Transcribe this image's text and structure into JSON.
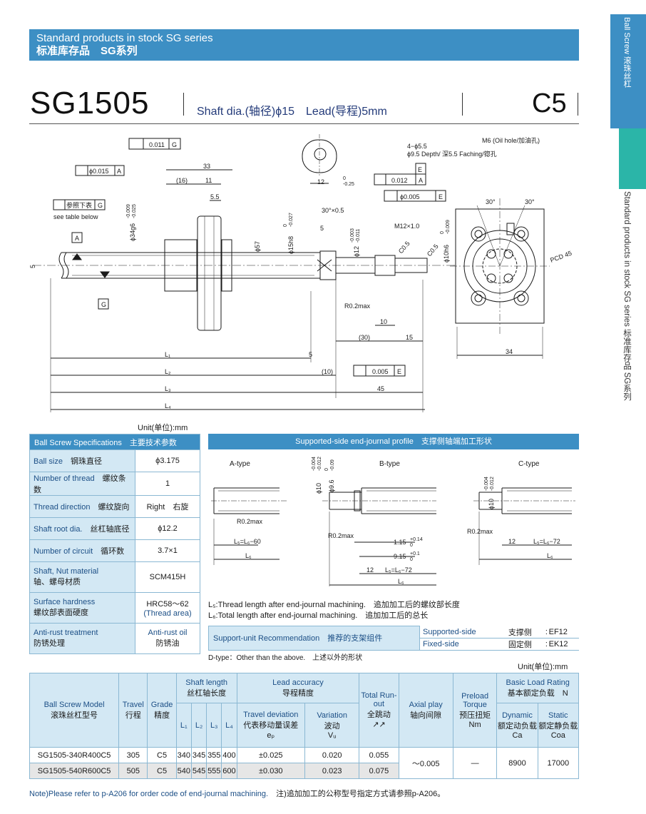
{
  "header": {
    "line1": "Standard products in stock SG series",
    "line2": "标准库存品　SG系列"
  },
  "side_tabs": {
    "tab1": "Ball Screw 滚珠丝杠",
    "tab2": "Standard products in stock  SG series 标准库存品  SG系列"
  },
  "title": {
    "model": "SG1505",
    "shaft": "Shaft dia.(轴径)ϕ15　Lead(导程)5mm",
    "grade": "C5"
  },
  "drawing": {
    "labels": {
      "perp_011": "0.011",
      "g": "G",
      "a": "A",
      "e": "E",
      "conc_015": "ϕ0.015",
      "ref_table": "参照下表",
      "see_table": "see table below",
      "d33": "33",
      "d16": "(16)",
      "d11": "11",
      "d5_5": "5.5",
      "d34g6": "ϕ34g6",
      "d34tol1": "-0.009",
      "d34tol2": "-0.025",
      "d57": "ϕ57",
      "d15h8": "ϕ15h8",
      "d15tol1": "0",
      "d15tol2": "-0.027",
      "d12": "12",
      "d12tol1": "0",
      "d12tol2": "-0.25",
      "d30x05": "30°×0.5",
      "d5": "5",
      "d12b": "ϕ12",
      "d12btol1": "-0.003",
      "d12btol2": "-0.011",
      "m12": "M12×1.0",
      "c05a": "C0.5",
      "c05b": "C0.5",
      "d10h6": "ϕ10h6",
      "d10tol1": "0",
      "d10tol2": "-0.009",
      "tol_012": "0.012",
      "tol_005": "ϕ0.005",
      "r02": "R0.2max",
      "d10": "10",
      "d30": "(30)",
      "d15": "15",
      "holes1": "4−ϕ5.5",
      "holes2": "ϕ9.5 Depth/ 深5.5 Faching/锪孔",
      "m6": "M6 (Oil hole/加油孔)",
      "ang30a": "30°",
      "ang30b": "30°",
      "pcd": "PCD 45",
      "d34": "34",
      "l1": "L₁",
      "l2": "L₂",
      "l3": "L₃",
      "l4": "L₄",
      "d5b": "5",
      "d10b": "(10)",
      "perp_005": "0.005",
      "d45": "45",
      "d5c": "5"
    }
  },
  "units": {
    "u1": "Unit(单位):mm",
    "u2": "Unit(单位):mm"
  },
  "spec_table": {
    "title_en": "Ball Screw Specifications",
    "title_zh": "主要技术参数",
    "rows": [
      {
        "en": "Ball size",
        "zh": "钢珠直径",
        "value": "ϕ3.175"
      },
      {
        "en": "Number of thread",
        "zh": "螺纹条数",
        "value": "1"
      },
      {
        "en": "Thread direction",
        "zh": "螺纹旋向",
        "value": "Right　右旋"
      },
      {
        "en": "Shaft root dia.",
        "zh": "丝杠轴底径",
        "value": "ϕ12.2"
      },
      {
        "en": "Number of circuit",
        "zh": "循环数",
        "value": "3.7×1"
      },
      {
        "en": "Shaft, Nut material",
        "zh": "轴、螺母材质",
        "value": "SCM415H"
      },
      {
        "en": "Surface hardness",
        "zh": "螺纹部表面硬度",
        "value": "HRC58～62",
        "value2": "(Thread area)"
      },
      {
        "en": "Anti-rust treatment",
        "zh": "防锈处理",
        "value": "Anti-rust oil",
        "value2": "防锈油"
      }
    ]
  },
  "end_journal": {
    "title": "Supported-side end-journal profile　支撑侧轴端加工形状",
    "a_type": "A-type",
    "b_type": "B-type",
    "c_type": "C-type",
    "labels": {
      "r02a": "R0.2max",
      "l5a": "L₅=L₆−60",
      "l6a": "L₆",
      "d10b": "ϕ10",
      "d10btol1": "-0.004",
      "d10btol2": "-0.012",
      "d96": "ϕ9.6",
      "d96tol1": "0",
      "d96tol2": "-0.09",
      "r02b": "R0.2max",
      "d115": "1.15",
      "d115tol1": "+0.14",
      "d115tol2": "0",
      "d915": "9.15",
      "d915tol1": "+0.1",
      "d915tol2": "0",
      "d12b": "12",
      "l5b": "L₅=L₆−72",
      "l6b": "L₆",
      "d10c": "ϕ10",
      "d10ctol1": "-0.004",
      "d10ctol2": "-0.012",
      "r02c": "R0.2max",
      "d12c": "12",
      "l5c": "L₅=L₆−72",
      "l6c": "L₆"
    },
    "note1": "L₅:Thread length after end-journal machining.　追加加工后的螺纹部长度",
    "note2": "L₆:Total length after end-journal machining.　追加加工后的总长"
  },
  "support_unit": {
    "label": "Support-unit Recommendation　推荐的支架组件",
    "supported_en": "Supported-side",
    "supported_zh": "支撑侧",
    "supported_val": "EF12",
    "fixed_en": "Fixed-side",
    "fixed_zh": "固定侧",
    "fixed_val": "EK12",
    "colon": ":"
  },
  "dtype_note": "D-type：Other than the above.　上述以外的形状",
  "main_table": {
    "headers": {
      "model_en": "Ball Screw Model",
      "model_zh": "滚珠丝杠型号",
      "travel_en": "Travel",
      "travel_zh": "行程",
      "grade_en": "Grade",
      "grade_zh": "精度",
      "shaft_en": "Shaft length",
      "shaft_zh": "丝杠轴长度",
      "l1": "L₁",
      "l2": "L₂",
      "l3": "L₃",
      "l4": "L₄",
      "lead_en": "Lead accuracy",
      "lead_zh": "导程精度",
      "dev_en": "Travel deviation",
      "dev_zh": "代表移动量误差",
      "dev_sym": "eₚ",
      "var_en": "Variation",
      "var_zh": "波动",
      "var_sym": "Vᵤ",
      "runout_en": "Total Run-out",
      "runout_zh": "全跳动",
      "runout_sym": "↗↗",
      "axial_en": "Axial play",
      "axial_zh": "轴向间隙",
      "preload_en": "Preload Torque",
      "preload_zh": "预压扭矩",
      "preload_unit": "Nm",
      "rating_en": "Basic Load Rating",
      "rating_zh": "基本额定负载　N",
      "dyn_en": "Dynamic",
      "dyn_zh": "额定动负载",
      "dyn_sym": "Ca",
      "sta_en": "Static",
      "sta_zh": "额定静负载",
      "sta_sym": "Coa"
    },
    "rows": [
      {
        "model": "SG1505-340R400C5",
        "travel": "305",
        "grade": "C5",
        "l1": "340",
        "l2": "345",
        "l3": "355",
        "l4": "400",
        "dev": "±0.025",
        "var": "0.020",
        "runout": "0.055"
      },
      {
        "model": "SG1505-540R600C5",
        "travel": "505",
        "grade": "C5",
        "l1": "540",
        "l2": "545",
        "l3": "555",
        "l4": "600",
        "dev": "±0.030",
        "var": "0.023",
        "runout": "0.075"
      }
    ],
    "shared": {
      "axial": "～0.005",
      "preload": "—",
      "dynamic": "8900",
      "static": "17000"
    }
  },
  "footer_note": {
    "en": "Note)Please refer to p-A206 for order code of end-journal machining.",
    "zh": "　注)追加加工的公称型号指定方式请参照p-A206。"
  }
}
